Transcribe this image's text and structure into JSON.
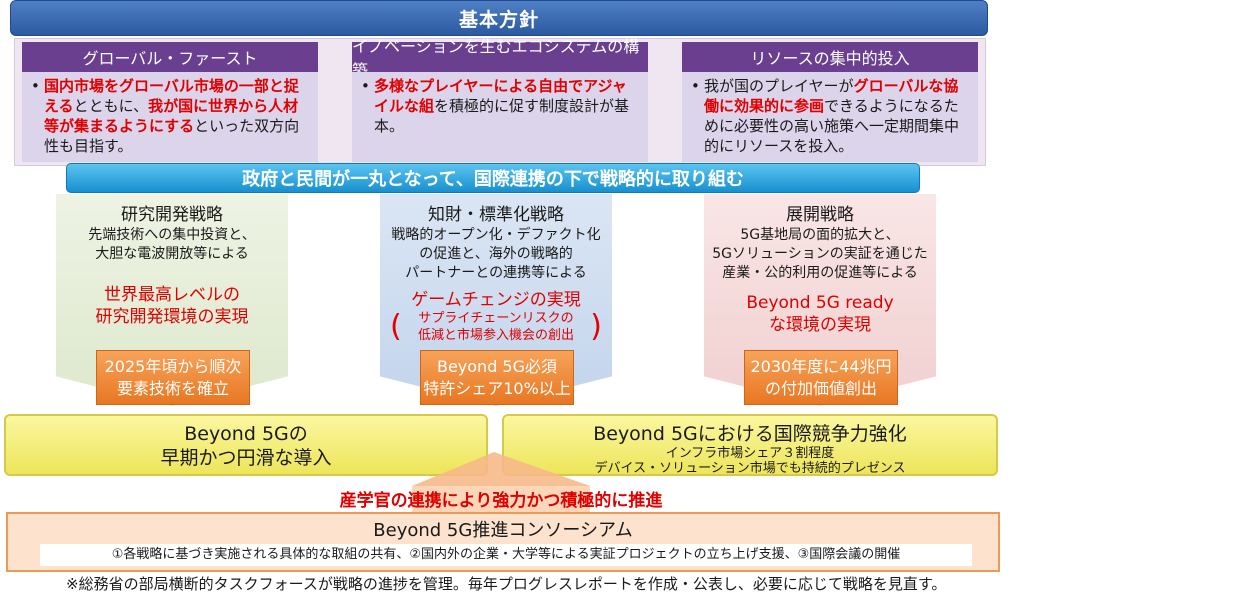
{
  "header": {
    "title": "基本方針"
  },
  "policies": [
    {
      "heading": "グローバル・ファースト",
      "segments": [
        {
          "t": "国内市場をグローバル市場の一部と捉える",
          "red": true
        },
        {
          "t": "とともに、",
          "red": false
        },
        {
          "t": "我が国に世界から人材等が集まるようにする",
          "red": true
        },
        {
          "t": "といった双方向性も目指す。",
          "red": false
        }
      ]
    },
    {
      "heading": "イノベーションを生むエコシステムの構築",
      "segments": [
        {
          "t": "多様なプレイヤーによる自由でアジャイルな組",
          "red": true
        },
        {
          "t": "を積極的に促す制度設計が基本。",
          "red": false
        }
      ]
    },
    {
      "heading": "リソースの集中的投入",
      "segments": [
        {
          "t": "我が国のプレイヤーが",
          "red": false
        },
        {
          "t": "グローバルな協働に効果的に参画",
          "red": true
        },
        {
          "t": "できるようになるために必要性の高い施策へ一定期間集中的にリソースを投入。",
          "red": false
        }
      ]
    }
  ],
  "unify_banner": "政府と民間が一丸となって、国際連携の下で戦略的に取り組む",
  "strategies": [
    {
      "title": "研究開発戦略",
      "desc": [
        "先端技術への集中投資と、",
        "大胆な電波開放等による"
      ],
      "result": [
        "世界最高レベルの",
        "研究開発環境の実現"
      ],
      "target": [
        "2025年頃から順次",
        "要素技術を確立"
      ]
    },
    {
      "title": "知財・標準化戦略",
      "desc": [
        "戦略的オープン化・デファクト化",
        "の促進と、海外の戦略的",
        "パートナーとの連携等による"
      ],
      "result": [
        "ゲームチェンジの実現"
      ],
      "sub": [
        "サプライチェーンリスクの",
        "低減と市場参入機会の創出"
      ],
      "target": [
        "Beyond 5G必須",
        "特許シェア10%以上"
      ]
    },
    {
      "title": "展開戦略",
      "desc": [
        "5G基地局の面的拡大と、",
        "5Gソリューションの実証を通じた",
        "産業・公的利用の促進等による"
      ],
      "result": [
        "Beyond 5G ready",
        "な環境の実現"
      ],
      "target": [
        "2030年度に44兆円",
        "の付加価値創出"
      ]
    }
  ],
  "goals": {
    "left": {
      "line1": "Beyond 5Gの",
      "line2": "早期かつ円滑な導入"
    },
    "right": {
      "title": "Beyond 5Gにおける国際競争力強化",
      "sub1": "インフラ市場シェア３割程度",
      "sub2": "デバイス・ソリューション市場でも持続的プレゼンス"
    }
  },
  "cooperation": "産学官の連携により強力かつ積極的に推進",
  "consortium": {
    "title": "Beyond 5G推進コンソーシアム",
    "activities": "①各戦略に基づき実施される具体的な取組の共有、②国内外の企業・大学等による実証プロジェクトの立ち上げ支援、③国際会議の開催"
  },
  "footnote": "※総務省の部局横断的タスクフォースが戦略の進捗を管理。毎年プログレスレポートを作成・公表し、必要に応じて戦略を見直す。",
  "colors": {
    "header_blue": "#2c5aa0",
    "policy_purple": "#6a3f90",
    "policy_body": "#dcd4ea",
    "unify_blue": "#1790cf",
    "strat_green": "#e3ecd4",
    "strat_blue": "#c9d9ee",
    "strat_pink": "#f6dada",
    "target_orange": "#e87722",
    "goal_yellow": "#ede55a",
    "highlight_red": "#e00000"
  }
}
